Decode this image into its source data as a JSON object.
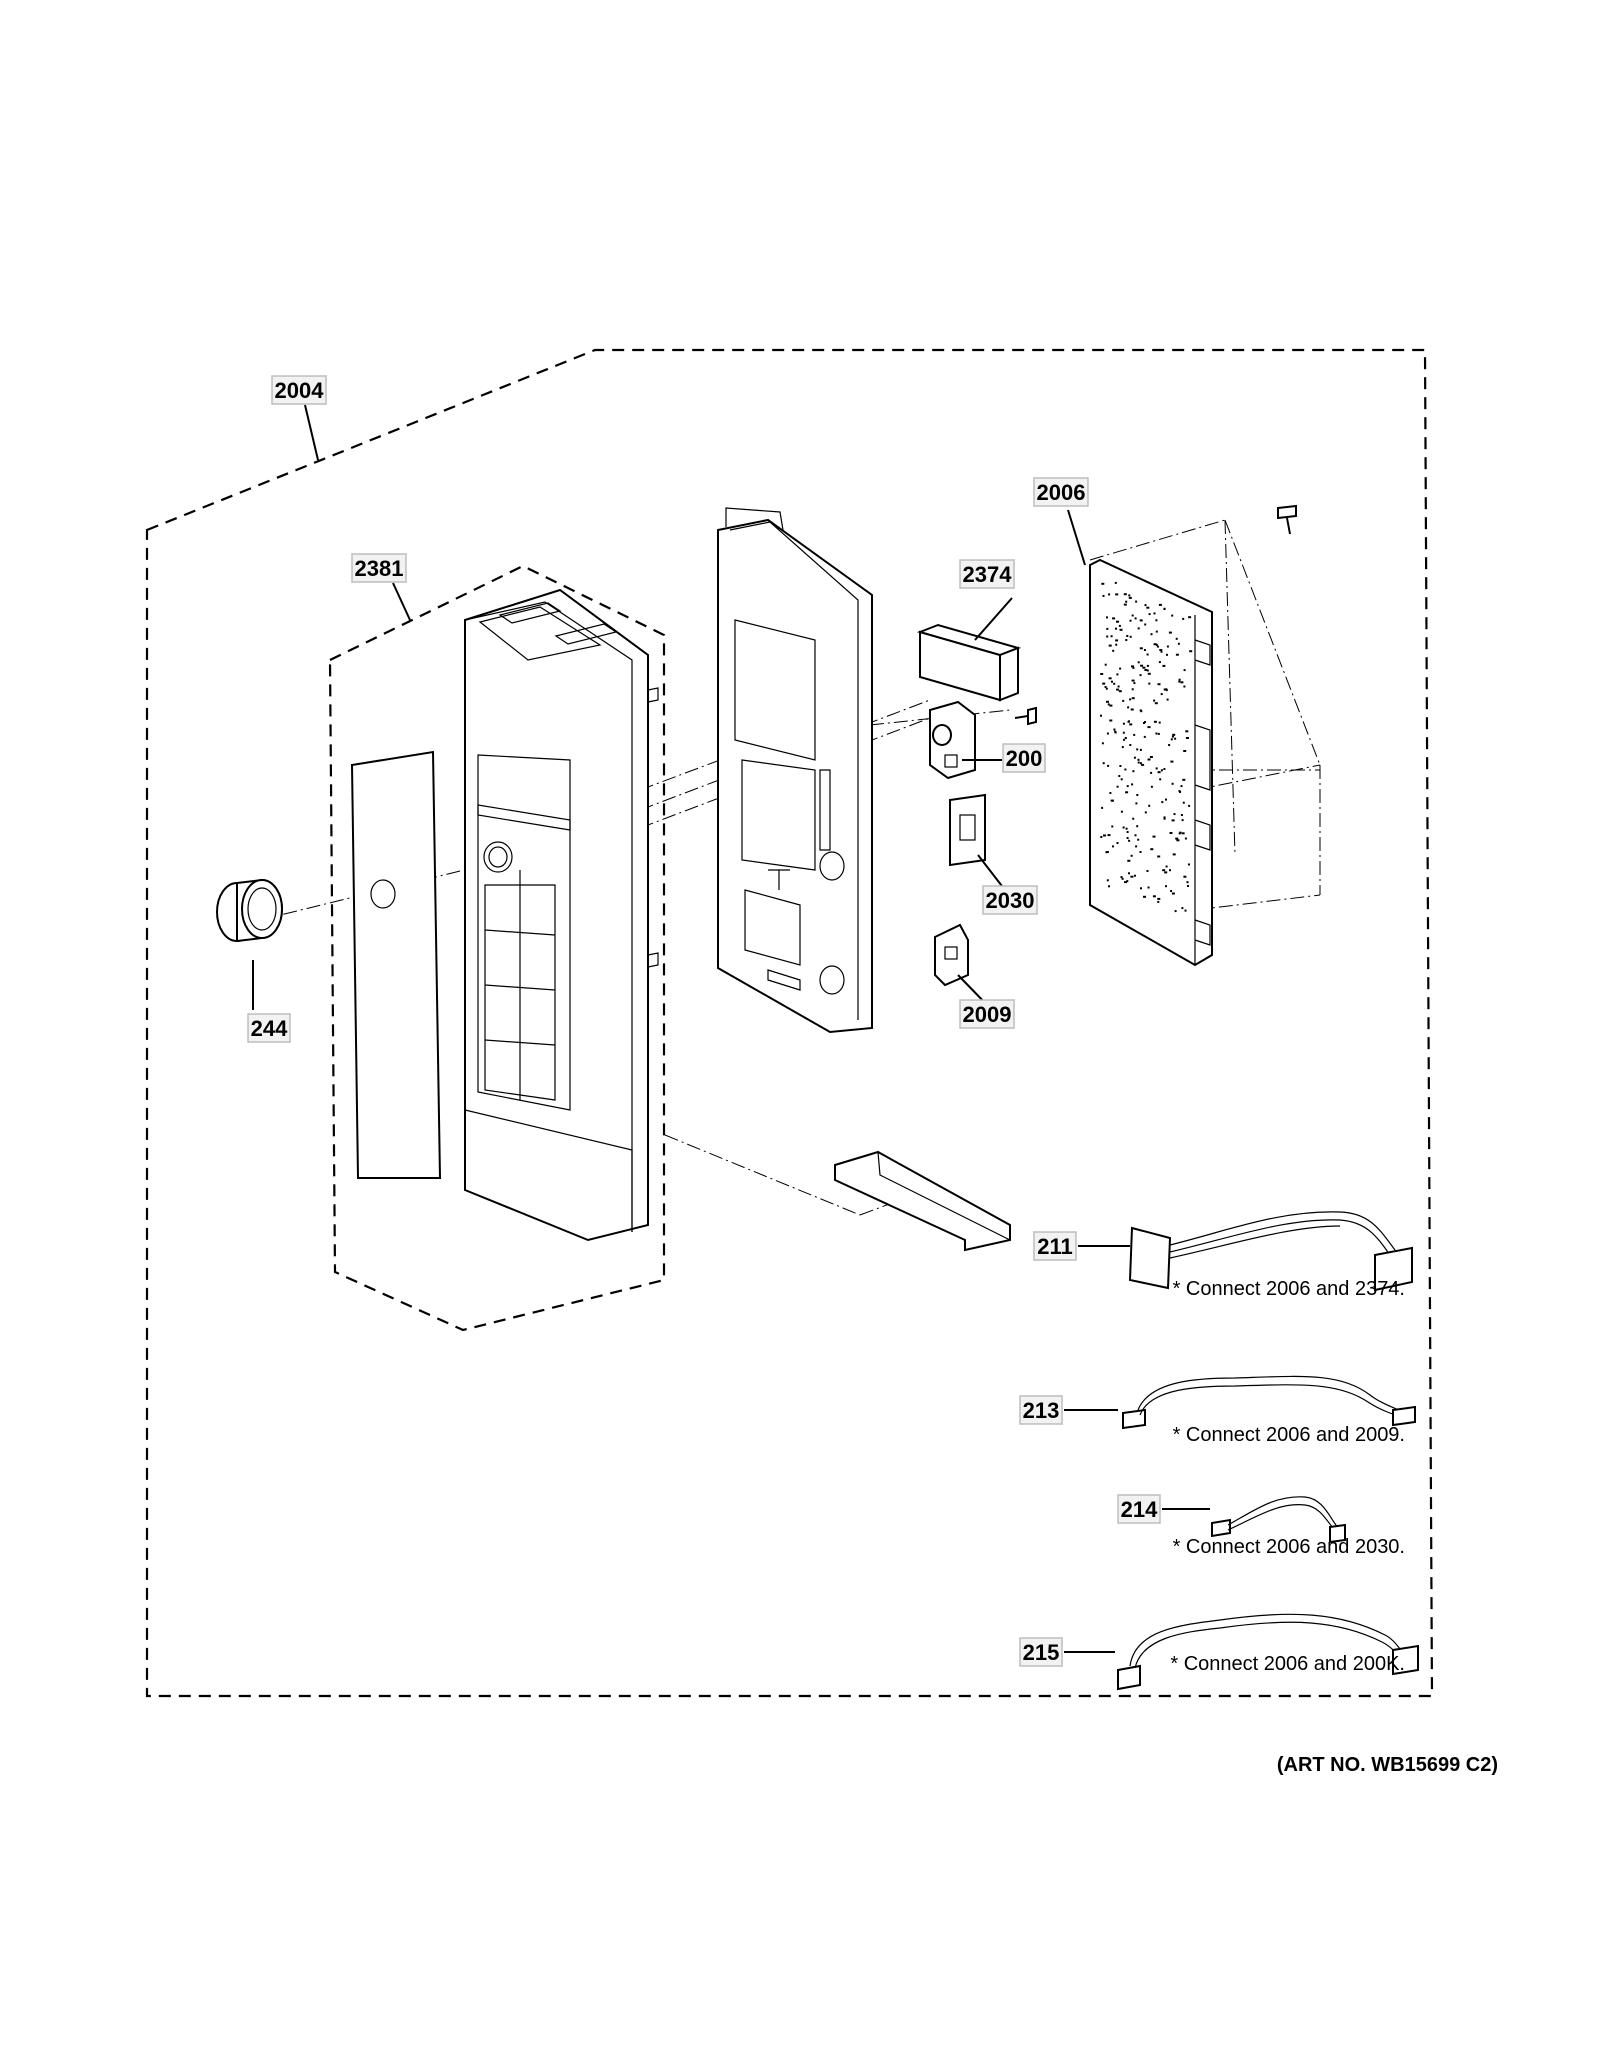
{
  "labels": {
    "l2004": "2004",
    "l2381": "2381",
    "l244": "244",
    "l2006": "2006",
    "l2374": "2374",
    "l200": "200",
    "l2030": "2030",
    "l2009": "2009",
    "l211": "211",
    "l213": "213",
    "l214": "214",
    "l215": "215"
  },
  "notes": {
    "n211": "* Connect 2006 and 2374.",
    "n213": "* Connect 2006 and 2009.",
    "n214": "* Connect 2006 and 2030.",
    "n215": "* Connect 2006 and 200K."
  },
  "art_number": "(ART NO. WB15699 C2)"
}
